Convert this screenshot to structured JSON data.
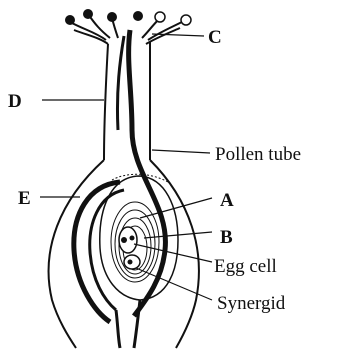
{
  "diagram": {
    "labels": {
      "c": "C",
      "d": "D",
      "pollen_tube": "Pollen tube",
      "e": "E",
      "a": "A",
      "b": "B",
      "egg_cell": "Egg cell",
      "synergid": "Synergid"
    }
  }
}
